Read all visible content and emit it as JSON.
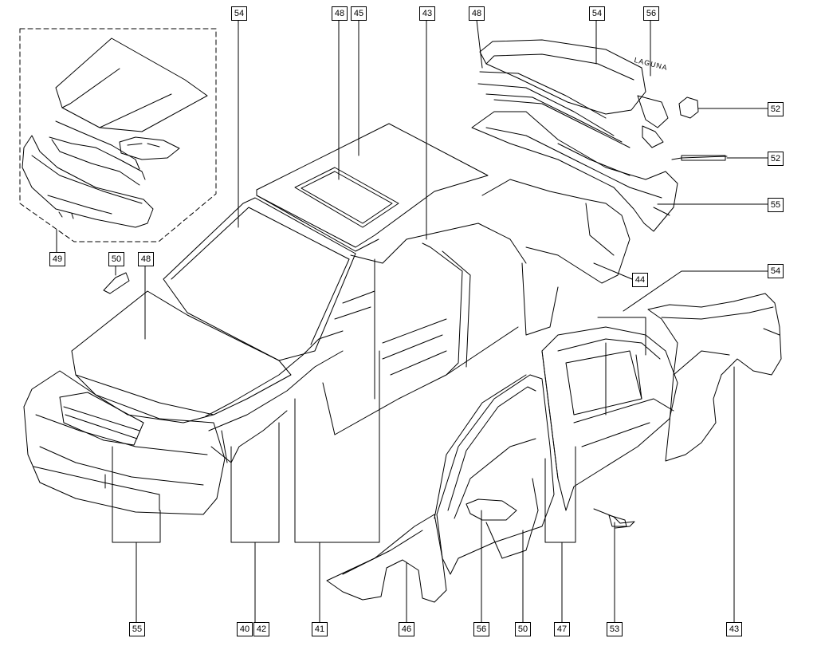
{
  "labels": {
    "l54a": "54",
    "l48a": "48",
    "l45": "45",
    "l43a": "43",
    "l48b": "48",
    "l54b": "54",
    "l56a": "56",
    "l52a": "52",
    "l52b": "52",
    "l55a": "55",
    "l44": "44",
    "l54c": "54",
    "l49": "49",
    "l50a": "50",
    "l48c": "48",
    "l55b": "55",
    "l40": "40",
    "l42": "42",
    "l41": "41",
    "l46": "46",
    "l56b": "56",
    "l50b": "50",
    "l47": "47",
    "l53": "53",
    "l43b": "43"
  },
  "badge_text": "LAGUNA",
  "colors": {
    "line": "#000000",
    "background": "#ffffff",
    "label_border": "#000000"
  }
}
